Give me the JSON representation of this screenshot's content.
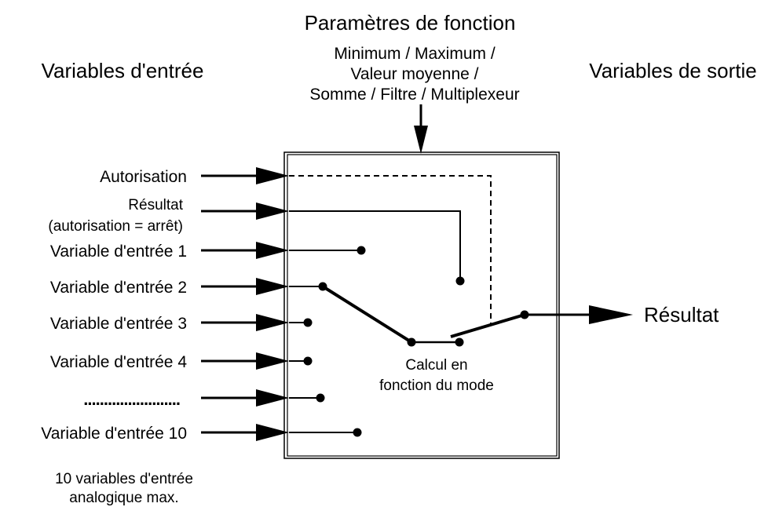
{
  "titles": {
    "function_params": "Paramètres de fonction",
    "input_vars": "Variables d'entrée",
    "output_vars": "Variables de sortie"
  },
  "function_list": [
    "Minimum / Maximum /",
    "Valeur moyenne /",
    "Somme / Filtre / Multiplexeur"
  ],
  "inputs": {
    "autorisation": "Autorisation",
    "resultat_line1": "Résultat",
    "resultat_line2": "(autorisation = arrêt)",
    "var1": "Variable d'entrée 1",
    "var2": "Variable d'entrée 2",
    "var3": "Variable d'entrée 3",
    "var4": "Variable d'entrée 4",
    "ellipsis": "........................",
    "var10": "Variable d'entrée 10"
  },
  "calc": {
    "line1": "Calcul en",
    "line2": "fonction du mode"
  },
  "output": {
    "label": "Résultat"
  },
  "footnote": {
    "line1": "10 variables d'entrée",
    "line2": "analogique max."
  },
  "colors": {
    "stroke": "#000000",
    "background": "#ffffff"
  }
}
